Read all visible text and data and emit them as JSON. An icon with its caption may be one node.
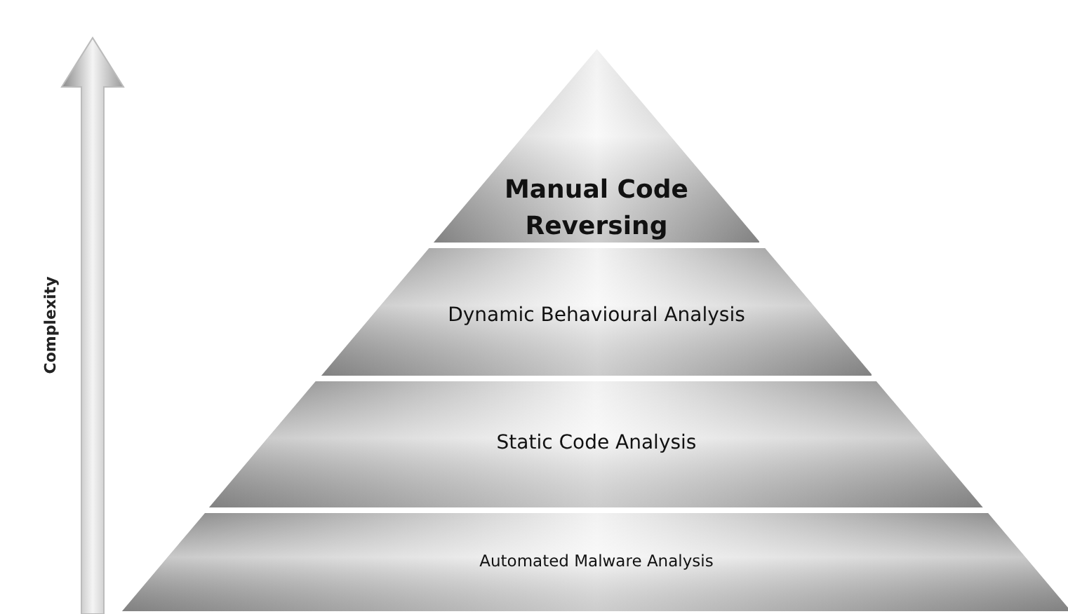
{
  "diagram": {
    "nodes": [
      {
        "text": [
          "Manual Code Reversing"
        ]
      },
      {
        "text": [
          "Dynamic Behavioural Analysis"
        ]
      },
      {
        "text": [
          "Static Code Analysis"
        ]
      },
      {
        "text": [
          "Automated Malware Analysis"
        ]
      }
    ],
    "labels": [
      "Complexity"
    ]
  }
}
